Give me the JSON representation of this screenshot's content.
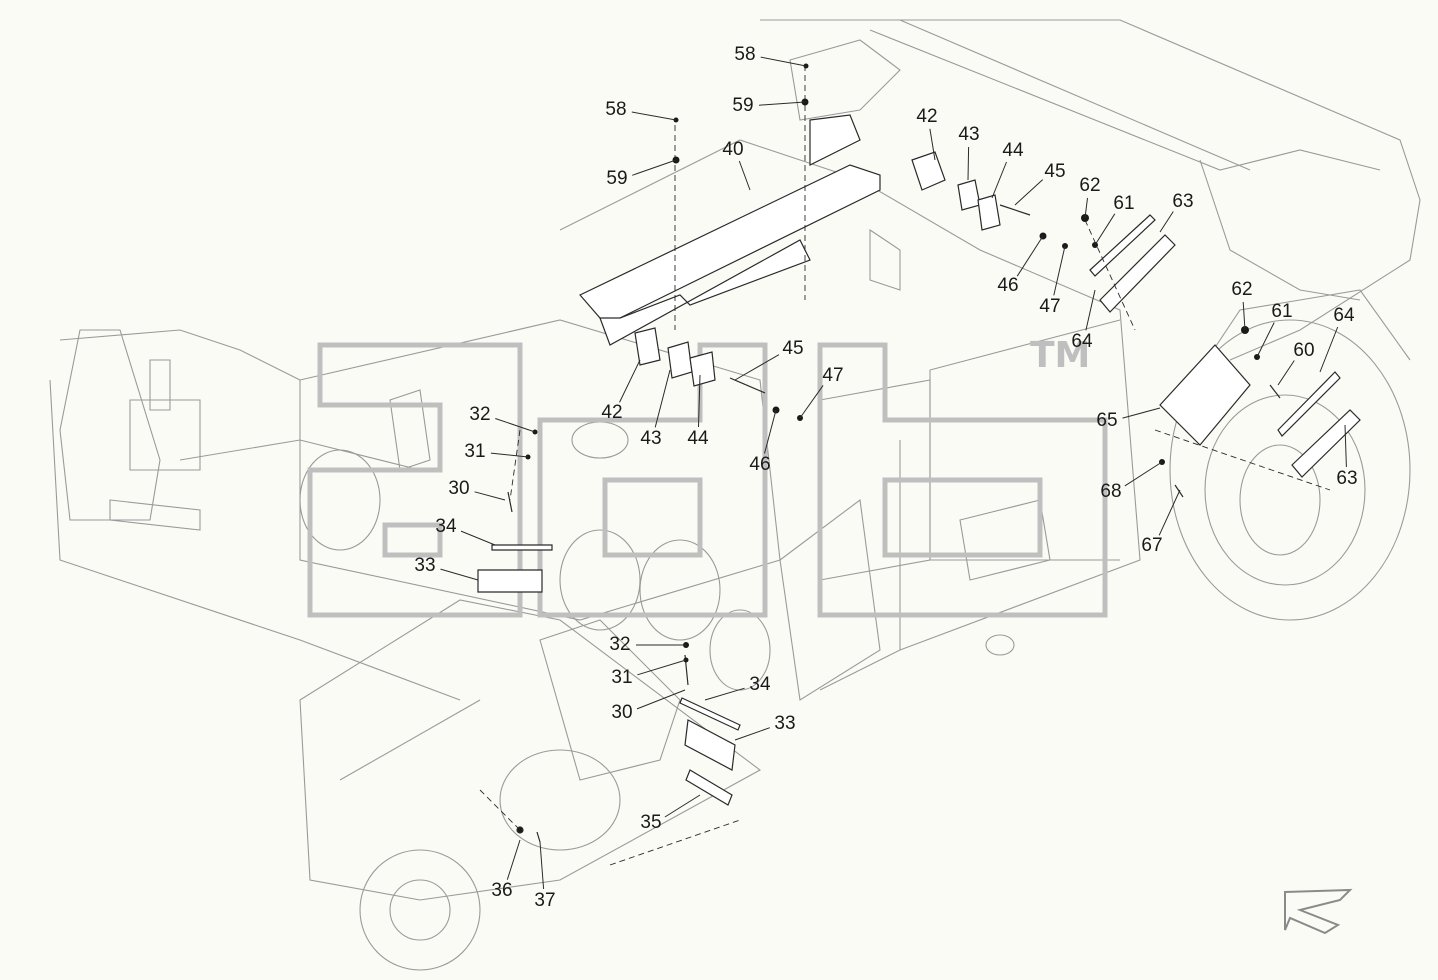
{
  "watermark": {
    "text": "adb",
    "trademark": "TM",
    "color": "#bfbfbf"
  },
  "callouts": [
    {
      "label": "58"
    },
    {
      "label": "59"
    },
    {
      "label": "58"
    },
    {
      "label": "59"
    },
    {
      "label": "40"
    },
    {
      "label": "42"
    },
    {
      "label": "43"
    },
    {
      "label": "44"
    },
    {
      "label": "45"
    },
    {
      "label": "62"
    },
    {
      "label": "61"
    },
    {
      "label": "63"
    },
    {
      "label": "46"
    },
    {
      "label": "47"
    },
    {
      "label": "64"
    },
    {
      "label": "62"
    },
    {
      "label": "61"
    },
    {
      "label": "64"
    },
    {
      "label": "60"
    },
    {
      "label": "65"
    },
    {
      "label": "63"
    },
    {
      "label": "68"
    },
    {
      "label": "67"
    },
    {
      "label": "45"
    },
    {
      "label": "47"
    },
    {
      "label": "46"
    },
    {
      "label": "42"
    },
    {
      "label": "43"
    },
    {
      "label": "44"
    },
    {
      "label": "32"
    },
    {
      "label": "31"
    },
    {
      "label": "30"
    },
    {
      "label": "34"
    },
    {
      "label": "33"
    },
    {
      "label": "32"
    },
    {
      "label": "31"
    },
    {
      "label": "30"
    },
    {
      "label": "34"
    },
    {
      "label": "33"
    },
    {
      "label": "35"
    },
    {
      "label": "36"
    },
    {
      "label": "37"
    }
  ],
  "colors": {
    "line": "#2a2a2a",
    "faint": "#9a9a9a",
    "background": "#fbfbf6"
  },
  "icons": [
    "direction-arrow-icon"
  ]
}
